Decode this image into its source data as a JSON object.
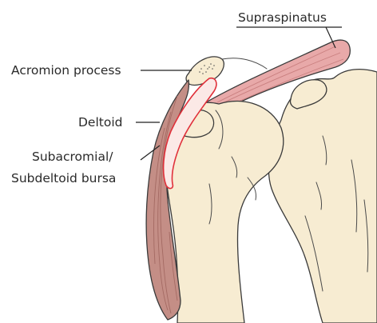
{
  "labels": {
    "supraspinatus": "Supraspinatus",
    "acromion": "Acromion process",
    "deltoid": "Deltoid",
    "bursa_line1": "Subacromial/",
    "bursa_line2": "Subdeltoid bursa"
  },
  "colors": {
    "bone": "#f7ecd2",
    "muscle": "#e8a9a9",
    "muscle_fiber": "#c97f7f",
    "deltoid": "#c48e86",
    "deltoid_dark": "#a46a63",
    "bursa": "#e0303a",
    "outline": "#3a3a3a"
  }
}
